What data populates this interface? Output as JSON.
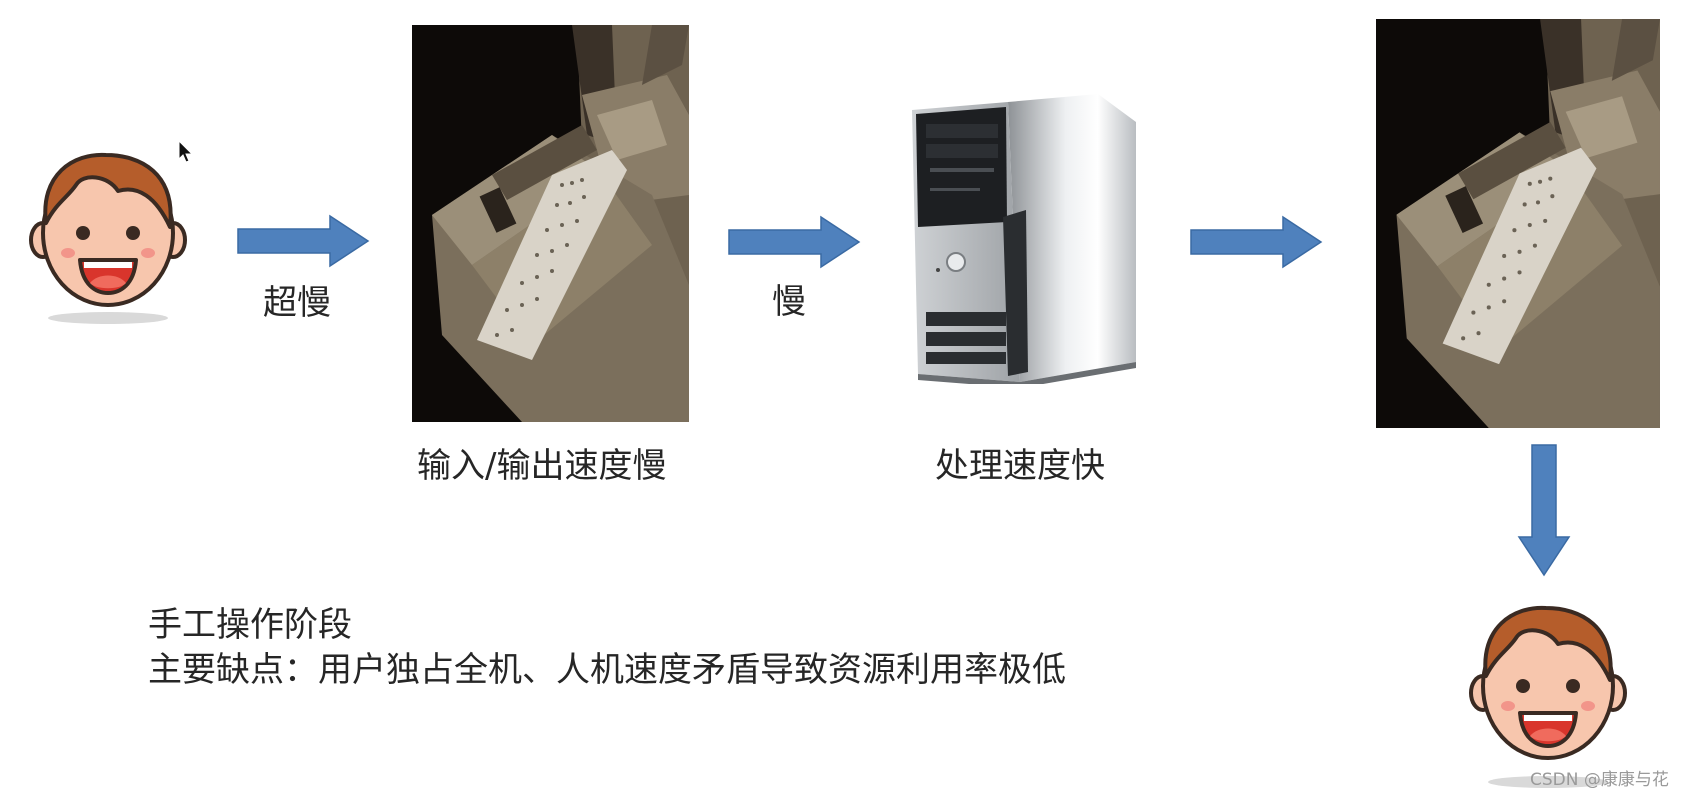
{
  "labels": {
    "arrow1": "超慢",
    "arrow2": "慢",
    "io_caption": "输入/输出速度慢",
    "cpu_caption": "处理速度快"
  },
  "notes": {
    "line1": "手工操作阶段",
    "line2": "主要缺点：用户独占全机、人机速度矛盾导致资源利用率极低"
  },
  "watermark": "CSDN @康康与花",
  "icons": {
    "user": "smiling-boy-icon",
    "io_device": "punched-card-machine",
    "computer": "pc-tower",
    "arrow": "right-arrow-icon",
    "cursor": "mouse-pointer-icon"
  },
  "colors": {
    "arrow": "#4f81bd",
    "skin": "#f7c6ad",
    "hair": "#b55d2b",
    "outline": "#3a2a22",
    "mouth": "#d9352c",
    "tongue": "#f06b5d",
    "cheek": "#f2958a"
  }
}
